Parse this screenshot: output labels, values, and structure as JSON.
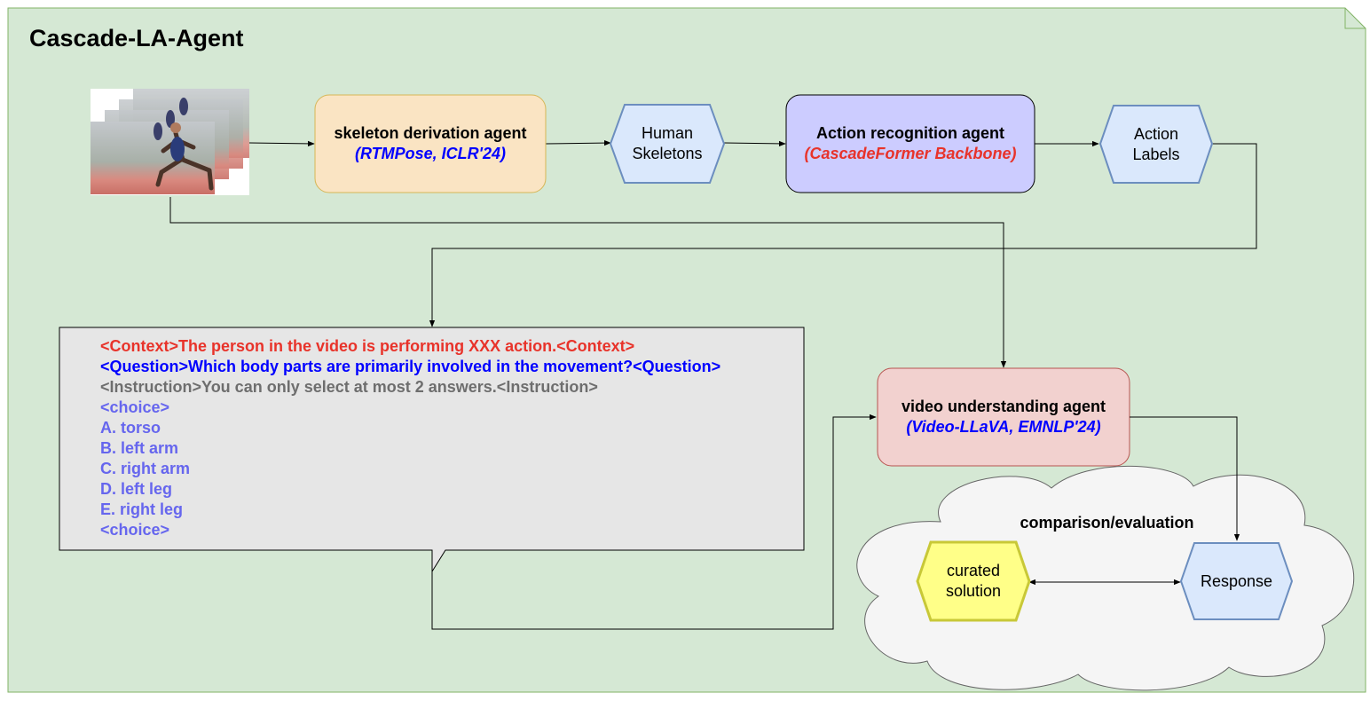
{
  "title": "Cascade-LA-Agent",
  "colors": {
    "background_panel": "#d5e8d4",
    "panel_border": "#82b366",
    "accent_blue": "#0000ff",
    "accent_red": "#e8332a",
    "instruction_gray": "#6e6e6e",
    "choice_purple": "#6666ee",
    "skeleton_agent_fill": "#fae4c3",
    "skeleton_agent_border": "#d6b656",
    "action_agent_fill": "#ccccff",
    "video_agent_fill": "#f2d1cf",
    "video_agent_border": "#b85450",
    "hexagon_fill": "#dae8fc",
    "hexagon_border": "#6c8ebf",
    "curated_fill": "#ffff88",
    "curated_border": "#c8c837",
    "prompt_fill": "#e6e6e6",
    "cloud_fill": "#f5f5f5"
  },
  "input_image": {
    "icon": "sprinter-motion-frames-image"
  },
  "nodes": {
    "skeleton_agent": {
      "title": "skeleton derivation agent",
      "subtitle": "(RTMPose, ICLR'24)"
    },
    "human_skeletons": {
      "line1": "Human",
      "line2": "Skeletons"
    },
    "action_agent": {
      "title": "Action recognition agent",
      "subtitle": "(CascadeFormer Backbone)"
    },
    "action_labels": {
      "line1": "Action",
      "line2": "Labels"
    },
    "video_agent": {
      "title": "video understanding agent",
      "subtitle": "(Video-LLaVA, EMNLP'24)"
    },
    "comparison": {
      "label": "comparison/evaluation"
    },
    "curated_solution": {
      "line1": "curated",
      "line2": "solution"
    },
    "response": {
      "label": "Response"
    }
  },
  "prompt": {
    "context": "<Context>The person in the video is performing XXX action.<Context>",
    "question": "<Question>Which body parts are primarily involved in the movement?<Question>",
    "instruction": "<Instruction>You can only select at most 2 answers.<Instruction>",
    "choice_open": "<choice>",
    "options": [
      "A. torso",
      "B. left arm",
      "C. right arm",
      "D. left leg",
      "E. right leg"
    ],
    "choice_close": "<choice>"
  }
}
